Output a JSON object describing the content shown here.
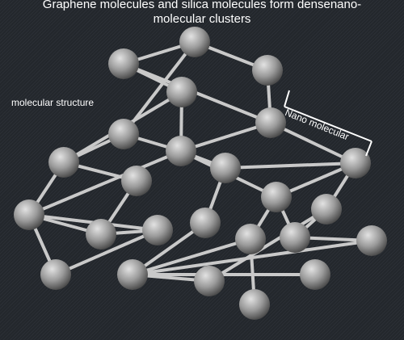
{
  "title": {
    "line1": "Graphene molecules and silica molecules form densenano-",
    "line2": "molecular clusters"
  },
  "labels": {
    "structure": "molecular structure",
    "bracket": "Nano molecular"
  },
  "colors": {
    "background": "#24282e",
    "bond": "#c9c9c9",
    "atom_light": "#e2e2e2",
    "atom_mid": "#9a9a9a",
    "atom_dark": "#4a4a4a",
    "text": "#ffffff"
  },
  "graph": {
    "atom_count": 25,
    "bonds": [
      [
        0,
        1
      ],
      [
        0,
        2
      ],
      [
        0,
        4
      ],
      [
        1,
        3
      ],
      [
        1,
        5
      ],
      [
        2,
        5
      ],
      [
        3,
        6
      ],
      [
        3,
        7
      ],
      [
        4,
        6
      ],
      [
        4,
        7
      ],
      [
        5,
        7
      ],
      [
        5,
        8
      ],
      [
        6,
        9
      ],
      [
        6,
        12
      ],
      [
        7,
        10
      ],
      [
        7,
        11
      ],
      [
        7,
        12
      ],
      [
        8,
        10
      ],
      [
        8,
        11
      ],
      [
        8,
        13
      ],
      [
        9,
        14
      ],
      [
        10,
        16
      ],
      [
        11,
        17
      ],
      [
        11,
        18
      ],
      [
        12,
        14
      ],
      [
        12,
        15
      ],
      [
        12,
        19
      ],
      [
        13,
        18
      ],
      [
        13,
        21
      ],
      [
        14,
        15
      ],
      [
        15,
        19
      ],
      [
        16,
        20
      ],
      [
        17,
        20
      ],
      [
        17,
        24
      ],
      [
        18,
        23
      ],
      [
        20,
        21
      ],
      [
        20,
        22
      ],
      [
        20,
        23
      ]
    ]
  }
}
